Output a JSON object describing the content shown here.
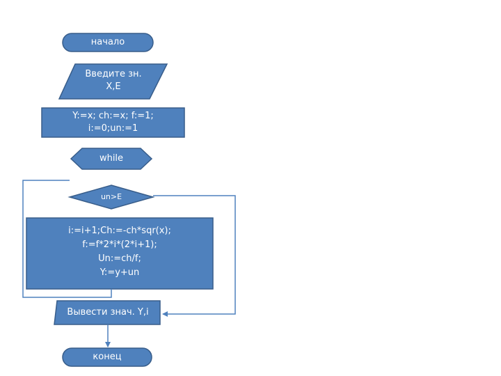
{
  "flowchart": {
    "start": {
      "label": "начало"
    },
    "input": {
      "line1": "Введите зн.",
      "line2": "X,E"
    },
    "init": {
      "line1": "Y:=x; ch:=x; f:=1;",
      "line2": "i:=0;un:=1"
    },
    "loop": {
      "label": "while"
    },
    "condition": {
      "label": "un>E"
    },
    "body": {
      "line1": "i:=i+1;Ch:=-ch*sqr(x);",
      "line2": "f:=f*2*i*(2*i+1);",
      "line3": "Un:=ch/f;",
      "line4": "Y:=y+un"
    },
    "output": {
      "label": "Вывести знач. Y,i"
    },
    "end": {
      "label": "конец"
    }
  },
  "colors": {
    "fill": "#4F81BD",
    "border": "#385D8A",
    "line": "#4F81BD",
    "text": "#FFFFFF"
  }
}
